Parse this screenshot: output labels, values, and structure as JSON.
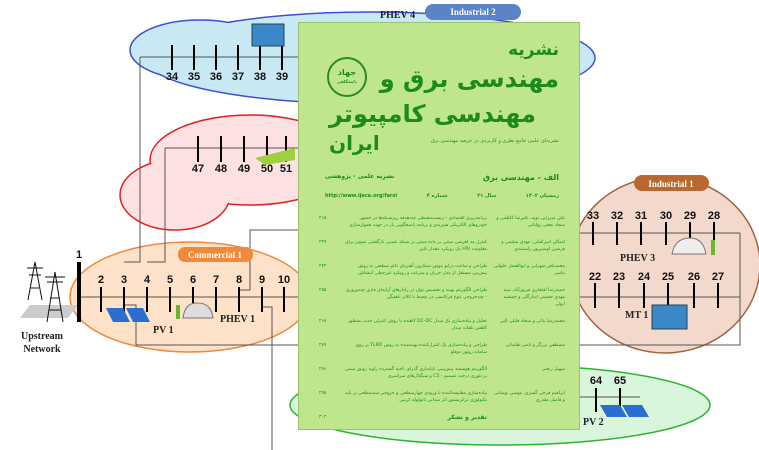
{
  "diagram": {
    "upstream": [
      "Upstream",
      "Network"
    ],
    "zones": {
      "industrial2": {
        "label": "Industrial 2",
        "buses": [
          "34",
          "35",
          "36",
          "37",
          "38",
          "39"
        ],
        "device": "PHEV 4"
      },
      "residential": {
        "buses": [
          "47",
          "48",
          "49",
          "50",
          "51"
        ]
      },
      "commercial1": {
        "label": "Commercial 1",
        "buses": [
          "1",
          "2",
          "3",
          "4",
          "5",
          "6",
          "7",
          "8",
          "9",
          "10"
        ],
        "pv": "PV 1",
        "phev": "PHEV 1"
      },
      "industrial1": {
        "label": "Industrial 1",
        "row1": [
          "33",
          "32",
          "31",
          "30",
          "29",
          "28"
        ],
        "row2": [
          "22",
          "23",
          "24",
          "25",
          "26",
          "27"
        ],
        "phev": "PHEV 3",
        "mt": "MT 1"
      },
      "green": {
        "buses": [
          "64",
          "65"
        ],
        "pv": "PV 2"
      }
    },
    "colors": {
      "blue_cloud": "#c8e8f4",
      "red_cloud": "#fde0e2",
      "orange_cloud": "#fde1c8",
      "brown_cloud": "#f3d9cc",
      "green_cloud": "#d9f5dc"
    }
  },
  "cover": {
    "title_line1": "نشریه",
    "title_line2": "مهندسی برق و",
    "title_line3": "مهندسی کامپیوتر",
    "title_line4": "ایران",
    "logo": "جهاد دانشگاهی",
    "subtitle": "نشریه‌ای علمی جامع نظری و کاربردی در عرصه مهندسی برق",
    "section": "الف - مهندسی برق",
    "type": "نشریه علمی - پژوهشی",
    "season": "زمستان ۱۴۰۲",
    "year": "سال ۲۱",
    "issue": "شماره ۴",
    "url": "http://www.ijece.org/farsi",
    "toc": [
      {
        "authors": "علی میرزایی نوید، علیرضا کاظمی و سجاد نجفی رولنانی",
        "title": "برنامه‌ریزی اقتصادی - زیست‌محیطی چندهدفه ریزشبکه‌ها در حضور خودروهای الکتریکی هیبریدی و برنامه پاسخگویی بار در جهت هموارسازی",
        "page": "۲۱۵"
      },
      {
        "authors": "اشکان اسرافیلی، مهدی سلیمی و فرشین اوشیرپور راستمدی",
        "title": "کنترل مد لغزشی مبتنی بر داده مبتنی بر شبکه عصبی بازگشتی تصویر برای مقاومت HIV یک رویکرد مقدار تکین",
        "page": "۲۲۹"
      },
      {
        "authors": "محمدباقر سهرابی و ابوالفضل حلوایی نیاسر",
        "title": "طراحی و ساخت درایو موتور سنکرون آهنربای دائم سطحی به روش پیش‌بین مستقل از مدل جریان و سرعت و رویکرد غیرخطی انتشاش",
        "page": "۲۴۲"
      },
      {
        "authors": "حمیدرضا افتخاری فیروزآباد، سید مهدی حسینی اندارگلی و جمشید ابوئی",
        "title": "طراحی الگوریتم بهینه و تخصیص توان در رادارهای آرایه‌ای فازی چندوروری - چندخروجی تنوع فرکانسی در محیط با کلاتر ناهمگن",
        "page": "۲۵۵"
      },
      {
        "authors": "محمدرضا بنائی و سجاد قلیلی الیی",
        "title": "تحلیل و پیاده‌سازی یک مبدل DC-DC کاهنده با روش کنترلی جدید بمنظور کاهش تلفات مبدل",
        "page": "۲۶۸"
      },
      {
        "authors": "مصطفی برزگر و ناصر تقاشانی",
        "title": "طراحی و پیاده‌سازی یک کنترل‌کننده بهینه‌شده به روش TLBO بر روی سامانه روتور دوقلو",
        "page": "۲۷۷"
      },
      {
        "authors": "سهیل رنجبر",
        "title": "الگوریتم هوشمند پیش‌بینی ناپایداری گذرای ناحیه گسترده زاویه روتور مبتنی بر تئوری درخت تصمیم - C5 و سیگنال‌های سراسری",
        "page": "۲۸۶"
      },
      {
        "authors": "ابراهیم فرجی گسری، موسی بوشانی و فاضل مقدری",
        "title": "پیاده‌سازی مقایسه‌کننده با ورودی چهارسطحی و خروجی سه‌سطحی بر پایه تکنولوژی ترانزیستور اثر میدانی نانولوله کربنی",
        "page": "۲۹۵"
      }
    ],
    "ack": "تقدیر و تشکر",
    "ack_page": "۳۰۲"
  }
}
